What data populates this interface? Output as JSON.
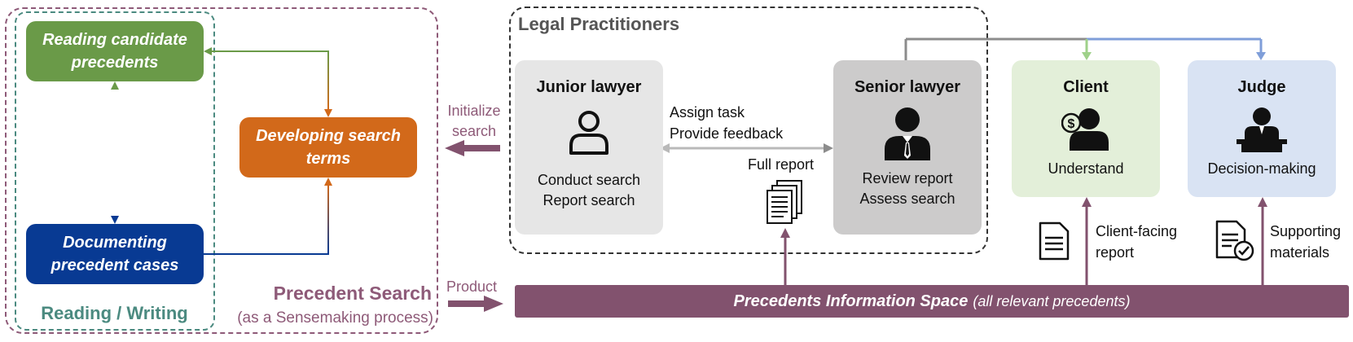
{
  "process_box": {
    "title": "Precedent Search",
    "subtitle": "(as a Sensemaking process)"
  },
  "reading_writing_box": {
    "title": "Reading / Writing"
  },
  "nodes": {
    "reading": "Reading candidate precedents",
    "developing": "Developing search terms",
    "documenting": "Documenting precedent cases"
  },
  "arrows": {
    "initialize": "Initialize search",
    "product": "Product"
  },
  "practitioners": {
    "title": "Legal Practitioners",
    "junior": {
      "title": "Junior lawyer",
      "line1": "Conduct search",
      "line2": "Report search",
      "icon": "person-outline-icon"
    },
    "senior": {
      "title": "Senior lawyer",
      "line1": "Review report",
      "line2": "Assess search",
      "icon": "businessman-icon"
    },
    "assign": "Assign task",
    "feedback": "Provide feedback",
    "full_report": "Full report",
    "full_report_icon": "documents-icon"
  },
  "client": {
    "title": "Client",
    "text": "Understand",
    "icon": "client-dollar-icon",
    "doc_label_1": "Client-facing",
    "doc_label_2": "report",
    "doc_icon": "document-icon"
  },
  "judge": {
    "title": "Judge",
    "text": "Decision-making",
    "icon": "judge-podium-icon",
    "doc_label_1": "Supporting",
    "doc_label_2": "materials",
    "doc_icon": "document-check-icon"
  },
  "info_space": {
    "title": "Precedents Information Space",
    "subtitle": "(all relevant precedents)"
  },
  "colors": {
    "green": "#6a9a48",
    "orange": "#d2691a",
    "blue": "#083a93",
    "purple": "#82526e",
    "teal": "#4b8a80",
    "client_bg": "#e3efd9",
    "judge_bg": "#d9e3f3",
    "grey_card": "#e6e6e6",
    "dark_card": "#cccbcb"
  }
}
